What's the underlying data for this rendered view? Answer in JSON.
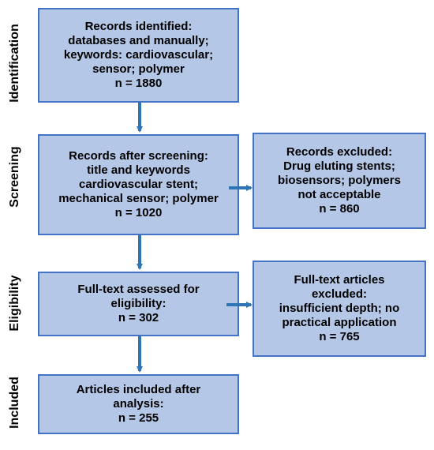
{
  "stages": {
    "identification": "Identification",
    "screening": "Screening",
    "eligibility": "Eligibility",
    "included": "Included"
  },
  "boxes": {
    "identified": "Records identified:\ndatabases and manually;\nkeywords: cardiovascular;\nsensor; polymer\nn = 1880",
    "screened": "Records after screening:\ntitle and keywords\ncardiovascular stent;\nmechanical sensor; polymer\nn = 1020",
    "excluded_screening": "Records excluded:\nDrug eluting stents;\nbiosensors; polymers\nnot acceptable\nn = 860",
    "fulltext": "Full-text assessed for\neligibility:\nn = 302",
    "excluded_fulltext": "Full-text articles\nexcluded:\ninsufficient depth; no\npractical application\nn = 765",
    "included": "Articles included after\nanalysis:\nn = 255"
  },
  "colors": {
    "box_fill": "#b4c7e7",
    "box_border": "#4472c4",
    "arrow": "#2e75b6"
  }
}
